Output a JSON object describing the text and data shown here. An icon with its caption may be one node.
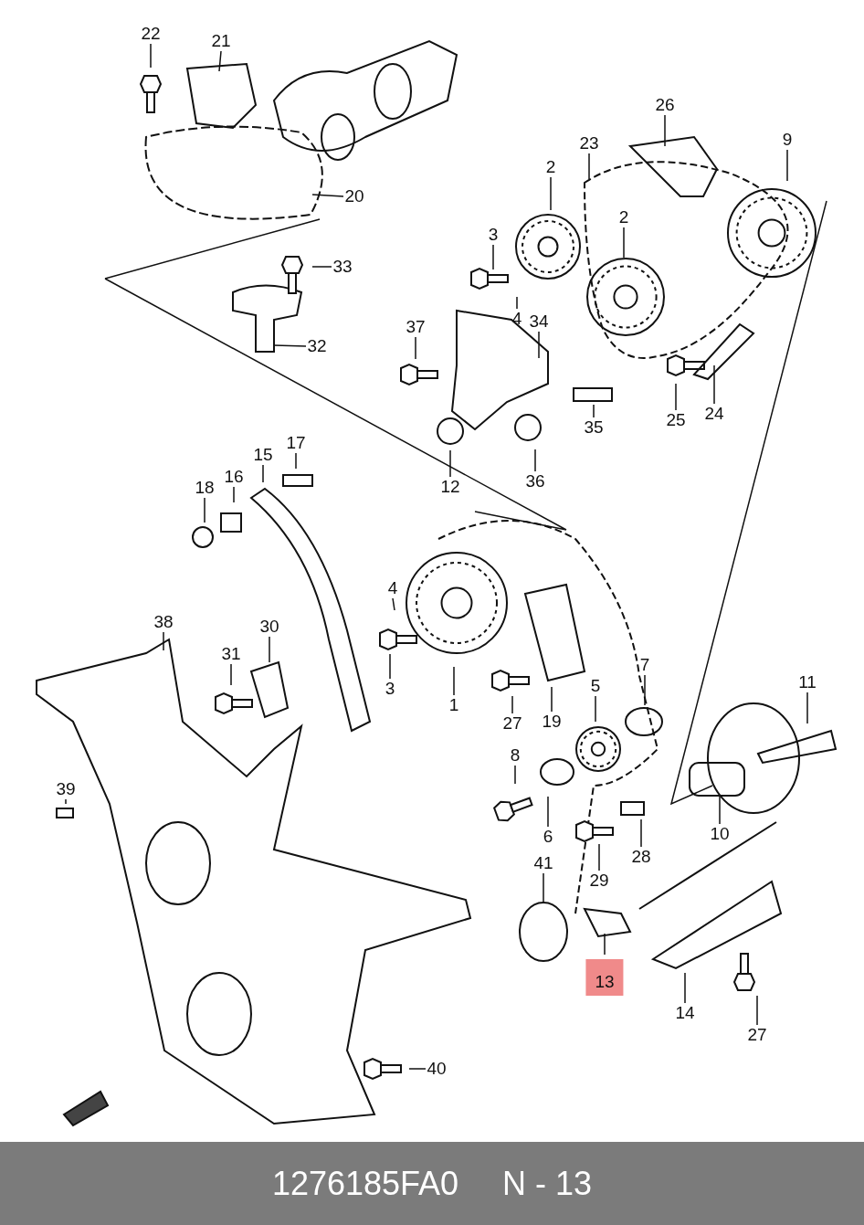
{
  "diagram": {
    "nodes": [
      {
        "text": [
          "22"
        ]
      },
      {
        "text": [
          "21"
        ]
      },
      {
        "text": [
          "26"
        ]
      },
      {
        "text": [
          "9"
        ]
      },
      {
        "text": [
          "23"
        ]
      },
      {
        "text": [
          "2"
        ]
      },
      {
        "text": [
          "20"
        ]
      },
      {
        "text": [
          "2"
        ]
      },
      {
        "text": [
          "3"
        ]
      },
      {
        "text": [
          "33"
        ]
      },
      {
        "text": [
          "4"
        ]
      },
      {
        "text": [
          "34"
        ]
      },
      {
        "text": [
          "37"
        ]
      },
      {
        "text": [
          "32"
        ]
      },
      {
        "text": [
          "24"
        ]
      },
      {
        "text": [
          "25"
        ]
      },
      {
        "text": [
          "35"
        ]
      },
      {
        "text": [
          "17"
        ]
      },
      {
        "text": [
          "15"
        ]
      },
      {
        "text": [
          "36"
        ]
      },
      {
        "text": [
          "12"
        ]
      },
      {
        "text": [
          "16"
        ]
      },
      {
        "text": [
          "18"
        ]
      },
      {
        "text": [
          "4"
        ]
      },
      {
        "text": [
          "38"
        ]
      },
      {
        "text": [
          "30"
        ]
      },
      {
        "text": [
          "31"
        ]
      },
      {
        "text": [
          "7"
        ]
      },
      {
        "text": [
          "11"
        ]
      },
      {
        "text": [
          "5"
        ]
      },
      {
        "text": [
          "3"
        ]
      },
      {
        "text": [
          "1"
        ]
      },
      {
        "text": [
          "19"
        ]
      },
      {
        "text": [
          "27"
        ]
      },
      {
        "text": [
          "8"
        ]
      },
      {
        "text": [
          "39"
        ]
      },
      {
        "text": [
          "6"
        ]
      },
      {
        "text": [
          "10"
        ]
      },
      {
        "text": [
          "28"
        ]
      },
      {
        "text": [
          "41"
        ]
      },
      {
        "text": [
          "29"
        ]
      },
      {
        "text": [
          "13"
        ]
      },
      {
        "text": [
          "14"
        ]
      },
      {
        "text": [
          "27"
        ]
      },
      {
        "text": [
          "40"
        ]
      }
    ],
    "edges": [
      {
        "from": 0,
        "to": null,
        "arrow": "none"
      },
      {
        "from": 1,
        "to": null,
        "arrow": "none"
      },
      {
        "from": 2,
        "to": null,
        "arrow": "none"
      },
      {
        "from": 3,
        "to": null,
        "arrow": "none"
      },
      {
        "from": 4,
        "to": null,
        "arrow": "none"
      },
      {
        "from": 5,
        "to": null,
        "arrow": "none"
      },
      {
        "from": 6,
        "to": null,
        "arrow": "none"
      },
      {
        "from": 7,
        "to": null,
        "arrow": "none"
      },
      {
        "from": 8,
        "to": null,
        "arrow": "none"
      },
      {
        "from": 9,
        "to": null,
        "arrow": "none"
      },
      {
        "from": 10,
        "to": null,
        "arrow": "none"
      },
      {
        "from": 11,
        "to": null,
        "arrow": "none"
      },
      {
        "from": 12,
        "to": null,
        "arrow": "none"
      },
      {
        "from": 13,
        "to": null,
        "arrow": "none"
      },
      {
        "from": 14,
        "to": null,
        "arrow": "none"
      },
      {
        "from": 15,
        "to": null,
        "arrow": "none"
      },
      {
        "from": 16,
        "to": null,
        "arrow": "none"
      },
      {
        "from": 17,
        "to": null,
        "arrow": "none"
      },
      {
        "from": 18,
        "to": null,
        "arrow": "none"
      },
      {
        "from": 19,
        "to": null,
        "arrow": "none"
      },
      {
        "from": 20,
        "to": null,
        "arrow": "none"
      },
      {
        "from": 21,
        "to": null,
        "arrow": "none"
      },
      {
        "from": 22,
        "to": null,
        "arrow": "none"
      },
      {
        "from": 23,
        "to": null,
        "arrow": "none"
      },
      {
        "from": 24,
        "to": null,
        "arrow": "none"
      },
      {
        "from": 25,
        "to": null,
        "arrow": "none"
      },
      {
        "from": 26,
        "to": null,
        "arrow": "none"
      },
      {
        "from": 27,
        "to": null,
        "arrow": "none"
      },
      {
        "from": 28,
        "to": null,
        "arrow": "none"
      },
      {
        "from": 29,
        "to": null,
        "arrow": "none"
      },
      {
        "from": 30,
        "to": null,
        "arrow": "none"
      },
      {
        "from": 31,
        "to": null,
        "arrow": "none"
      },
      {
        "from": 32,
        "to": null,
        "arrow": "none"
      },
      {
        "from": 33,
        "to": null,
        "arrow": "none"
      },
      {
        "from": 34,
        "to": null,
        "arrow": "none"
      },
      {
        "from": 35,
        "to": null,
        "arrow": "none"
      },
      {
        "from": 36,
        "to": null,
        "arrow": "none"
      },
      {
        "from": 37,
        "to": null,
        "arrow": "none"
      },
      {
        "from": 38,
        "to": null,
        "arrow": "none"
      },
      {
        "from": 39,
        "to": null,
        "arrow": "none"
      },
      {
        "from": 40,
        "to": null,
        "arrow": "none"
      },
      {
        "from": 41,
        "to": null,
        "arrow": "none"
      },
      {
        "from": 42,
        "to": null,
        "arrow": "none"
      },
      {
        "from": 43,
        "to": null,
        "arrow": "none"
      },
      {
        "from": 44,
        "to": null,
        "arrow": "none"
      }
    ],
    "labels": [
      "1276185FA0",
      "N - 13"
    ]
  }
}
